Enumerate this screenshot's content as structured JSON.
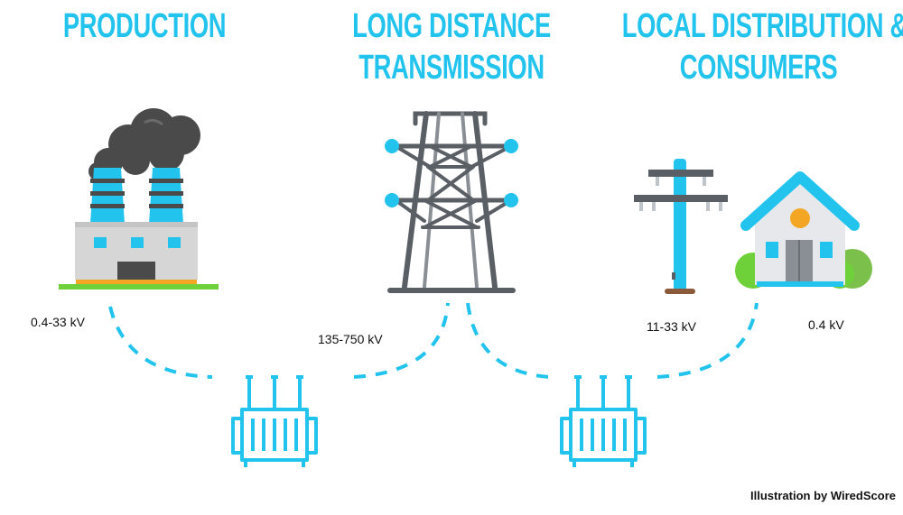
{
  "headings": {
    "production": "PRODUCTION",
    "transmission_line1": "LONG DISTANCE",
    "transmission_line2": "TRANSMISSION",
    "local_line1": "LOCAL DISTRIBUTION &",
    "local_line2": "CONSUMERS"
  },
  "voltages": {
    "production": "0.4-33 kV",
    "transmission": "135-750 kV",
    "distribution": "11-33 kV",
    "consumer": "0.4 kV"
  },
  "credit": "Illustration by WiredScore",
  "icons": {
    "factory": "factory-icon",
    "tower": "transmission-tower-icon",
    "pole": "utility-pole-icon",
    "house": "house-icon",
    "transformer_step_up": "transformer-icon",
    "transformer_step_down": "transformer-icon"
  },
  "colors": {
    "accent": "#22c4ee",
    "smoke": "#4a4a4a",
    "steel": "#5a5f66",
    "grass": "#6fd13a",
    "sun": "#f3a623"
  }
}
